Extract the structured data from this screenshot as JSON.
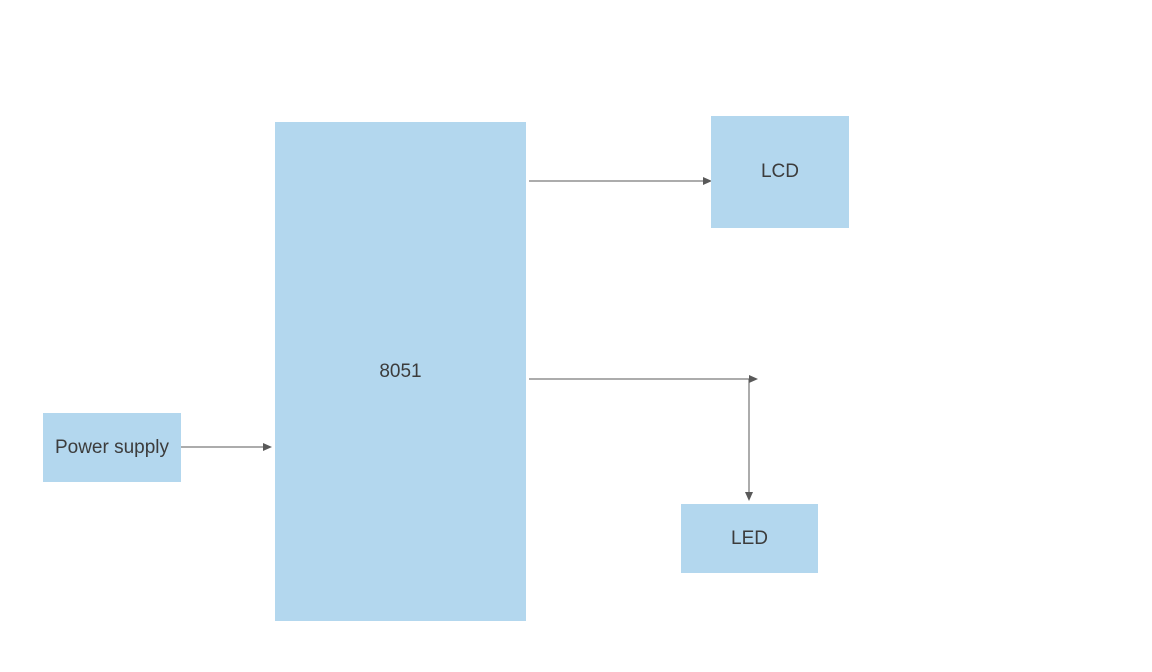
{
  "blocks": {
    "mcu": "8051",
    "lcd": "LCD",
    "led": "LED",
    "power": "Power supply"
  },
  "colors": {
    "block_fill": "#b3d7ee",
    "connector": "#595959",
    "text": "#3c3c3c"
  }
}
